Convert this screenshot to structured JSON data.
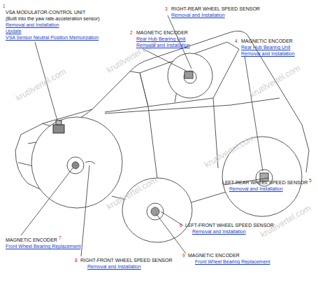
{
  "diagram": {
    "labels": [
      "1",
      "VSA MODULATOR-CONTROL UNIT",
      "(Built into the yaw rate-acceleration sensor)",
      "Removal and Installation",
      "Update",
      "VSA Sensor Neutral Position Memorization",
      "2",
      "MAGNETIC ENCODER",
      "Rear Hub Bearing Unit",
      "Removal and Installation",
      "3",
      "RIGHT-REAR WHEEL SPEED SENSOR",
      "Removal and Installation",
      "4",
      "MAGNETIC ENCODER",
      "Rear Hub Bearing Unit",
      "Removal and Installation",
      "LEFT-REAR WHEEL SPEED SENSOR",
      "5",
      "Removal and Installation",
      "6",
      "LEFT-FRONT WHEEL SPEED SENSOR",
      "Removal and Installation",
      "MAGNETIC ENCODER",
      "7",
      "Front Wheel Bearing Replacement",
      "8",
      "RIGHT-FRONT WHEEL SPEED SENSOR",
      "Removal and Installation",
      "9",
      "MAGNETIC ENCODER",
      "Front Wheel Bearing Replacement",
      "krutilvertel.com",
      "krutilvertel.com",
      "krutilvertel.com",
      "krutilvertel.com",
      "krutilvertel.com",
      "krutilvertel.com"
    ]
  }
}
